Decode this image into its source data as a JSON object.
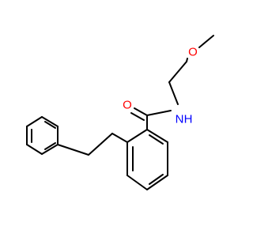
{
  "molecule": {
    "atoms": {
      "oxygen_carbonyl": {
        "symbol": "O",
        "color": "#ff0000"
      },
      "nitrogen_amide": {
        "symbol": "N",
        "color": "#0000ff"
      },
      "hydrogen_amide": {
        "symbol": "H",
        "color": "#0000ff"
      },
      "oxygen_ether": {
        "symbol": "O",
        "color": "#ff0000"
      }
    },
    "bond_color": "#000000"
  }
}
